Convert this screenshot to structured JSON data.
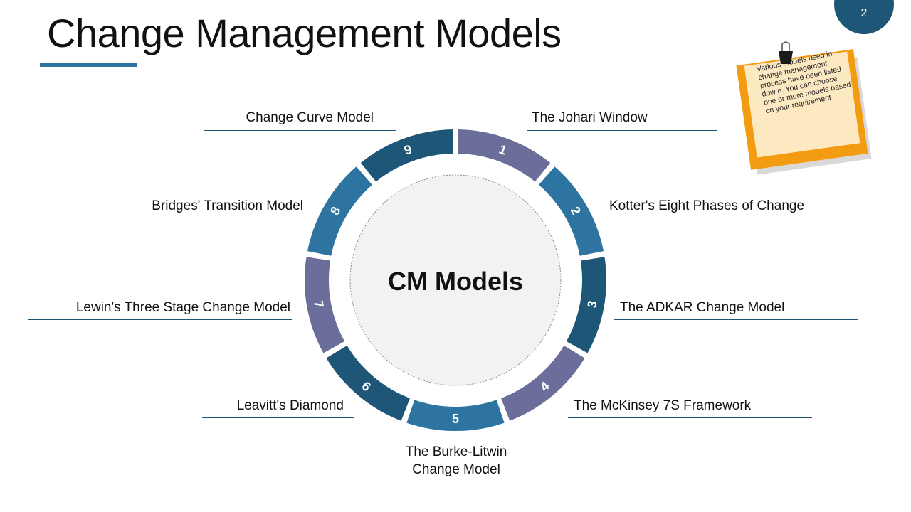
{
  "header": {
    "title": "Change Management Models",
    "page_number": "2"
  },
  "center": {
    "label": "CM Models"
  },
  "segments": [
    {
      "number": "1",
      "label": "The Johari Window",
      "color": "#6b6d9a"
    },
    {
      "number": "2",
      "label": "Kotter's Eight Phases of Change",
      "color": "#2e74a0"
    },
    {
      "number": "3",
      "label": "The ADKAR Change Model",
      "color": "#1d5677"
    },
    {
      "number": "4",
      "label": "The McKinsey 7S Framework",
      "color": "#6b6d9a"
    },
    {
      "number": "5",
      "label_line1": "The Burke-Litwin",
      "label_line2": "Change Model",
      "color": "#2e74a0"
    },
    {
      "number": "6",
      "label": "Leavitt's Diamond",
      "color": "#1d5677"
    },
    {
      "number": "7",
      "label": "Lewin's Three Stage Change Model",
      "color": "#6b6d9a"
    },
    {
      "number": "8",
      "label": "Bridges' Transition Model",
      "color": "#2e74a0"
    },
    {
      "number": "9",
      "label": "Change Curve Model",
      "color": "#1d5677"
    }
  ],
  "note": {
    "text": "Various models used in change management process have been listed dow n. You can choose one or more models based on your requirement"
  },
  "colors": {
    "accent": "#2e74a0",
    "dark": "#1d5677",
    "purple": "#6b6d9a",
    "note_orange": "#f39c12",
    "note_paper": "#fde9c1"
  }
}
